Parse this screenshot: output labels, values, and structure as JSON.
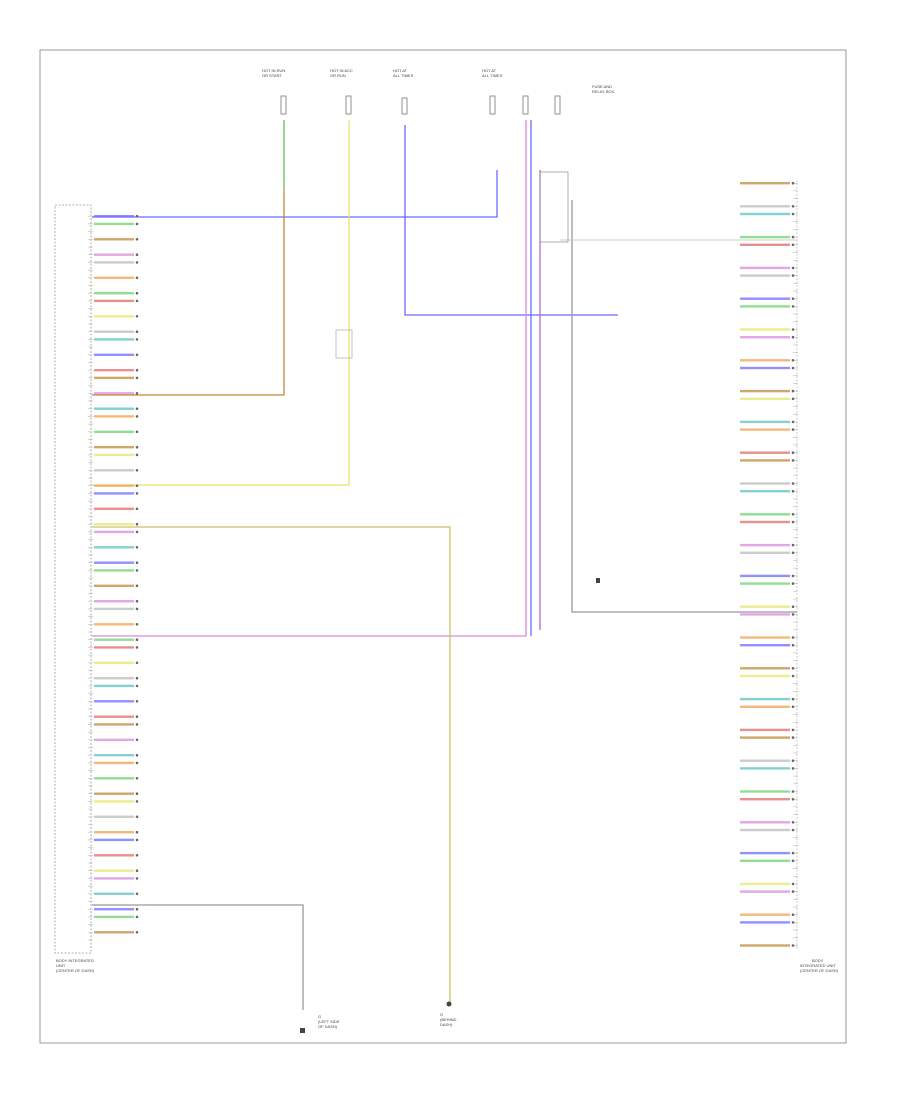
{
  "diagram": {
    "footer_code": "",
    "left_module": {
      "name_lines": [
        "BODY INTEGRATED",
        "UNIT",
        "(CENTER OF DASH)"
      ]
    },
    "right_module": {
      "name_lines": [
        "BODY",
        "INTEGRATED UNIT",
        "(CENTER OF DASH)"
      ]
    },
    "fuses": {
      "hot_in_run_start": {
        "label_lines": [
          "HOT IN RUN",
          "OR START"
        ]
      },
      "hot_in_acc": {
        "label_lines": [
          "HOT IN ACC",
          "OR RUN"
        ]
      },
      "hot_at_all_times_1": {
        "label_lines": [
          "HOT AT",
          "ALL TIMES"
        ]
      },
      "hot_at_all_times_2": {
        "label_lines": [
          "HOT AT",
          "ALL TIMES"
        ]
      },
      "fuse_block": {
        "label_lines": [
          "FUSE AND",
          "RELAY BOX"
        ]
      }
    },
    "grounds": {
      "g1": {
        "label_lines": [
          "G",
          "(LEFT SIDE",
          "OF DASH)"
        ]
      },
      "g2": {
        "label_lines": [
          "G",
          "(BEHIND",
          "DASH)"
        ]
      }
    }
  }
}
